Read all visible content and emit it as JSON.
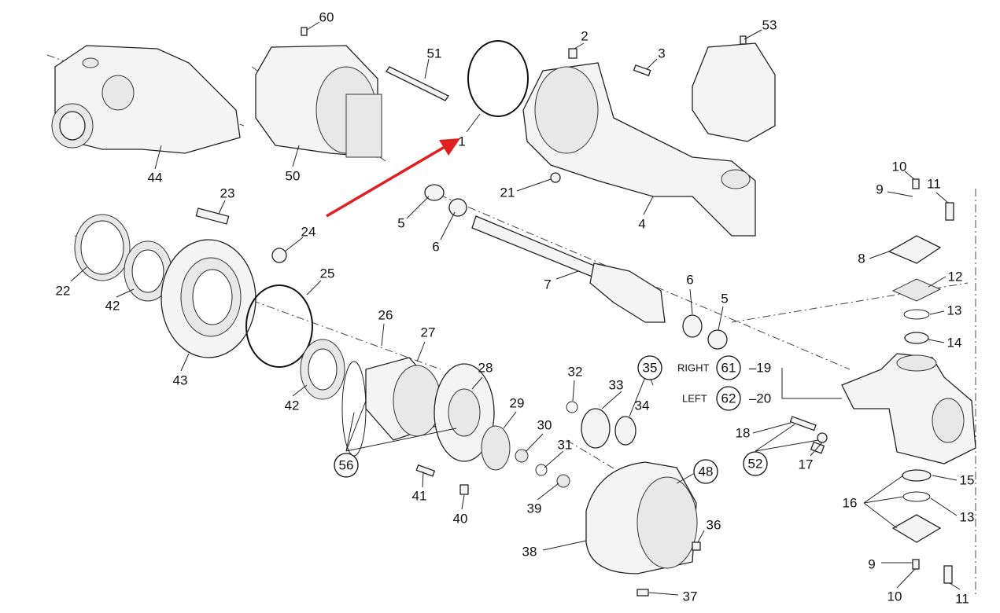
{
  "diagram": {
    "title": "Front axle exploded parts diagram",
    "arrow_color": "#e02020",
    "callouts": [
      "60",
      "51",
      "2",
      "3",
      "53",
      "44",
      "50",
      "1",
      "21",
      "4",
      "23",
      "24",
      "5",
      "6",
      "7",
      "10",
      "9",
      "11",
      "8",
      "12",
      "22",
      "42",
      "25",
      "6",
      "5",
      "13",
      "14",
      "43",
      "26",
      "27",
      "28",
      "42",
      "32",
      "33",
      "34",
      "29",
      "30",
      "31",
      "41",
      "40",
      "39",
      "18",
      "17",
      "15",
      "16",
      "13",
      "36",
      "38",
      "37",
      "9",
      "10",
      "11",
      "19",
      "20"
    ],
    "circled_callouts": [
      "35",
      "61",
      "62",
      "56",
      "48",
      "52"
    ],
    "side_labels": {
      "right": "RIGHT",
      "left": "LEFT"
    }
  }
}
